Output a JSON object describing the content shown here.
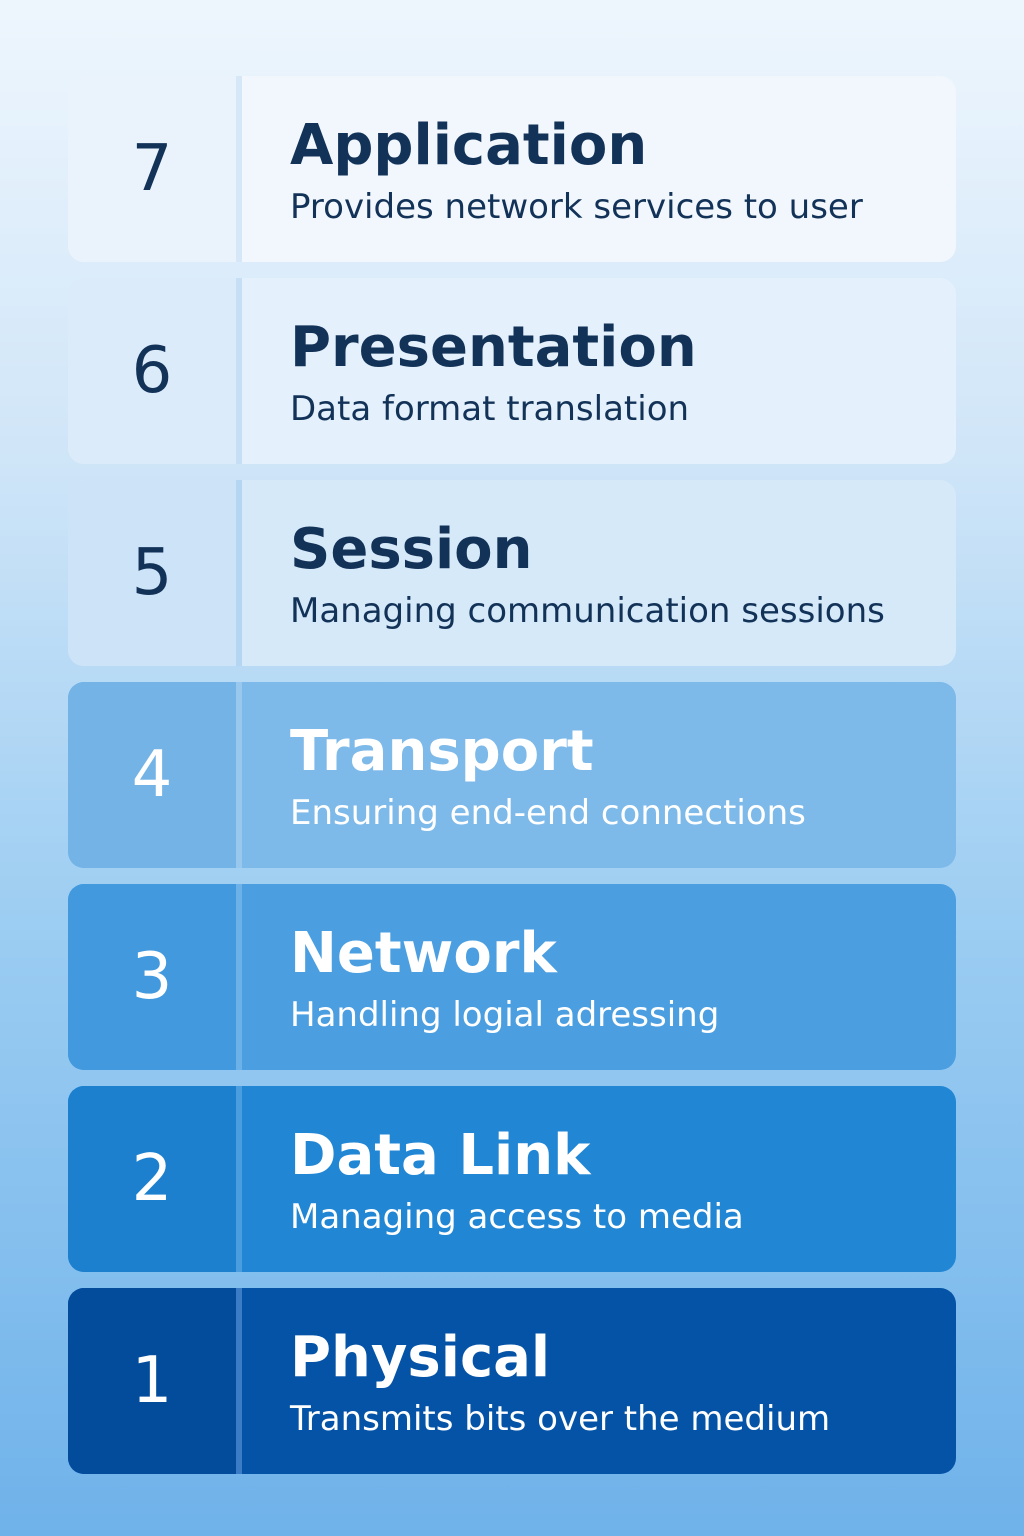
{
  "layers": [
    {
      "number": "7",
      "name": "Application",
      "description": "Provides network services to user",
      "bg": "#f1f7fd",
      "num_bg": "#eaf3fc",
      "divider": "#d6e8f8",
      "text": "#123258"
    },
    {
      "number": "6",
      "name": "Presentation",
      "description": "Data format translation",
      "bg": "#e4f0fb",
      "num_bg": "#dcebfa",
      "divider": "#c7dff5",
      "text": "#123258"
    },
    {
      "number": "5",
      "name": "Session",
      "description": "Managing communication sessions",
      "bg": "#d6e9f9",
      "num_bg": "#cde3f7",
      "divider": "#b5d6f2",
      "text": "#123258"
    },
    {
      "number": "4",
      "name": "Transport",
      "description": "Ensuring end-end connections",
      "bg": "#7db9e9",
      "num_bg": "#74b3e6",
      "divider": "#98c8ee",
      "text": "#ffffff"
    },
    {
      "number": "3",
      "name": "Network",
      "description": "Handling logial adressing",
      "bg": "#4b9fe1",
      "num_bg": "#4399dd",
      "divider": "#6cb1e8",
      "text": "#ffffff"
    },
    {
      "number": "2",
      "name": "Data Link",
      "description": "Managing access to media",
      "bg": "#2186d4",
      "num_bg": "#1c80cf",
      "divider": "#4a9edf",
      "text": "#ffffff"
    },
    {
      "number": "1",
      "name": "Physical",
      "description": "Transmits bits over the medium",
      "bg": "#0453a6",
      "num_bg": "#034c9c",
      "divider": "#3a7cc5",
      "text": "#ffffff"
    }
  ]
}
